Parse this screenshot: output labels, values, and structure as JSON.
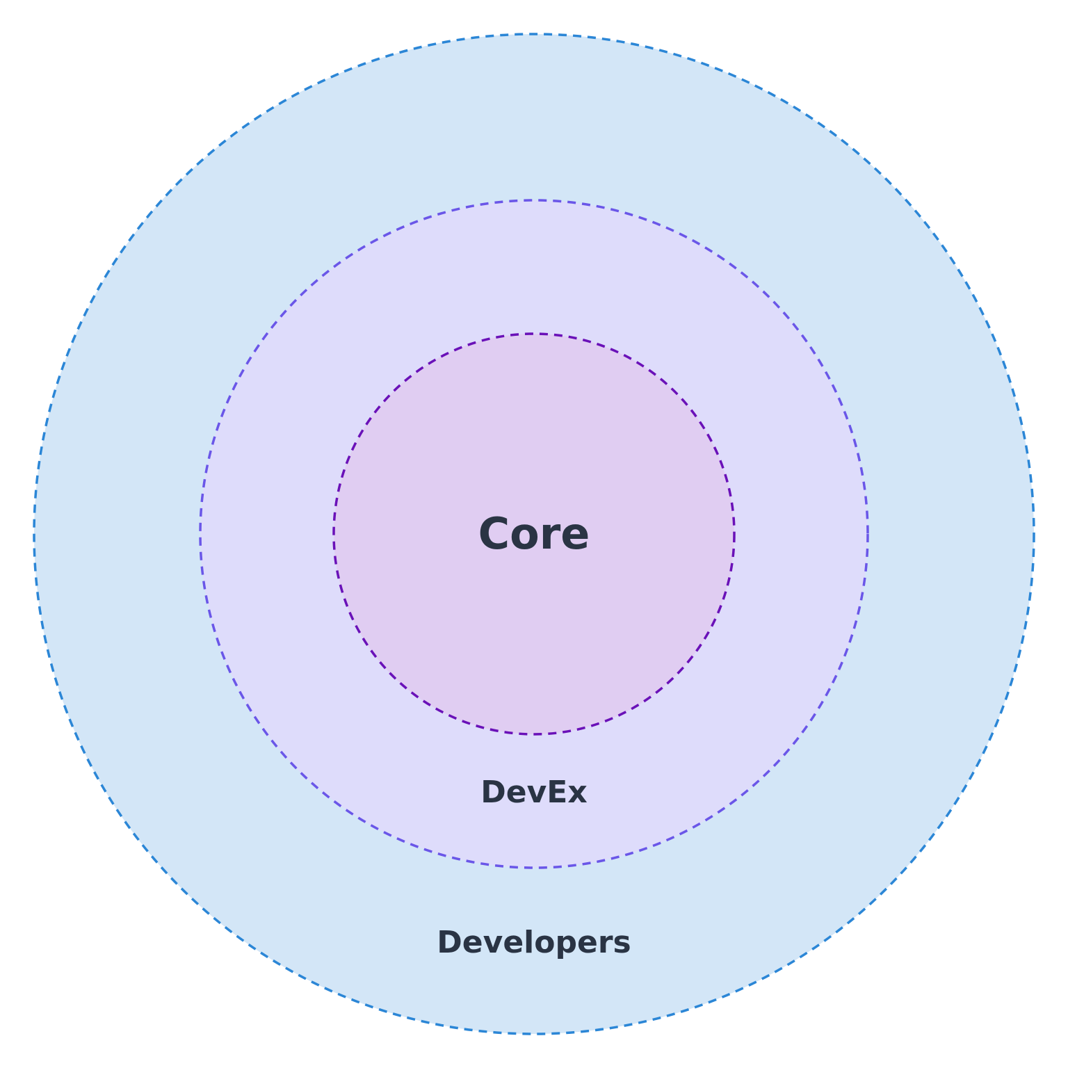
{
  "diagram": {
    "type": "concentric-circles",
    "rings": [
      {
        "id": "developers",
        "label": "Developers",
        "fill": "#d3e6f7",
        "stroke": "#2b86d6"
      },
      {
        "id": "devex",
        "label": "DevEx",
        "fill": "#dedcfb",
        "stroke": "#6a56e8"
      },
      {
        "id": "core",
        "label": "Core",
        "fill": "#e0cdf2",
        "stroke": "#6a11b8"
      }
    ],
    "label_color": "#2a3444",
    "background": "#ffffff"
  }
}
